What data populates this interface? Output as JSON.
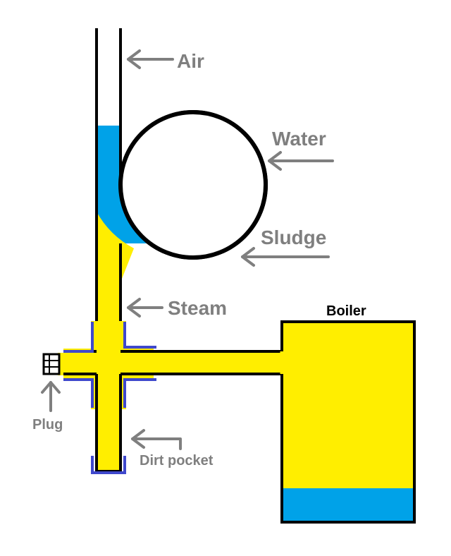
{
  "labels": {
    "air": "Air",
    "water": "Water",
    "sludge": "Sludge",
    "steam": "Steam",
    "boiler": "Boiler",
    "plug": "Plug",
    "dirt_pocket": "Dirt pocket"
  },
  "colors": {
    "steam_fill": "#ffee00",
    "water_fill": "#00a2e8",
    "sludge_fill": "#b97a57",
    "pipe_outline": "#000000",
    "fitting_outline": "#3f48cc",
    "annotation": "#7f7f7f",
    "boiler_label": "#000000",
    "background": "#ffffff"
  }
}
